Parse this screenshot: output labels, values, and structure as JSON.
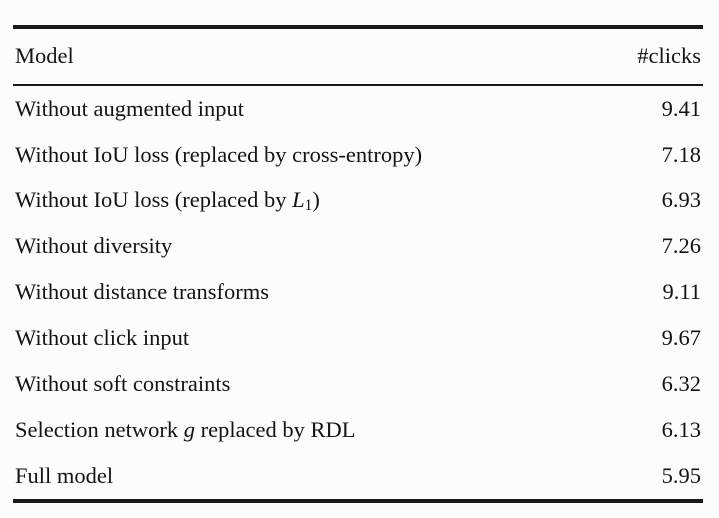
{
  "table": {
    "columns": [
      {
        "key": "model",
        "label": "Model"
      },
      {
        "key": "clicks",
        "label": "#clicks"
      }
    ],
    "rows": [
      {
        "model": [
          {
            "t": "Without augmented input"
          }
        ],
        "clicks": "9.41"
      },
      {
        "model": [
          {
            "t": "Without IoU loss (replaced by cross-entropy)"
          }
        ],
        "clicks": "7.18"
      },
      {
        "model": [
          {
            "t": "Without IoU loss (replaced by "
          },
          {
            "t": "L",
            "s": "italic"
          },
          {
            "t": "1",
            "s": "sub"
          },
          {
            "t": ")"
          }
        ],
        "clicks": "6.93"
      },
      {
        "model": [
          {
            "t": "Without diversity"
          }
        ],
        "clicks": "7.26"
      },
      {
        "model": [
          {
            "t": "Without distance transforms"
          }
        ],
        "clicks": "9.11"
      },
      {
        "model": [
          {
            "t": "Without click input"
          }
        ],
        "clicks": "9.67"
      },
      {
        "model": [
          {
            "t": "Without soft constraints"
          }
        ],
        "clicks": "6.32"
      },
      {
        "model": [
          {
            "t": "Selection network "
          },
          {
            "t": "g",
            "s": "italic"
          },
          {
            "t": " replaced by RDL"
          }
        ],
        "clicks": "6.13"
      },
      {
        "model": [
          {
            "t": "Full model"
          }
        ],
        "clicks": "5.95"
      }
    ]
  },
  "chart_data": {
    "type": "table",
    "title": "",
    "columns": [
      "Model",
      "#clicks"
    ],
    "categories": [
      "Without augmented input",
      "Without IoU loss (replaced by cross-entropy)",
      "Without IoU loss (replaced by L_1)",
      "Without diversity",
      "Without distance transforms",
      "Without click input",
      "Without soft constraints",
      "Selection network g replaced by RDL",
      "Full model"
    ],
    "values": [
      9.41,
      7.18,
      6.93,
      7.26,
      9.11,
      9.67,
      6.32,
      6.13,
      5.95
    ]
  },
  "colors": {
    "text": "#131313",
    "rule": "#1a1a1a",
    "background": "#fcfcfc"
  }
}
